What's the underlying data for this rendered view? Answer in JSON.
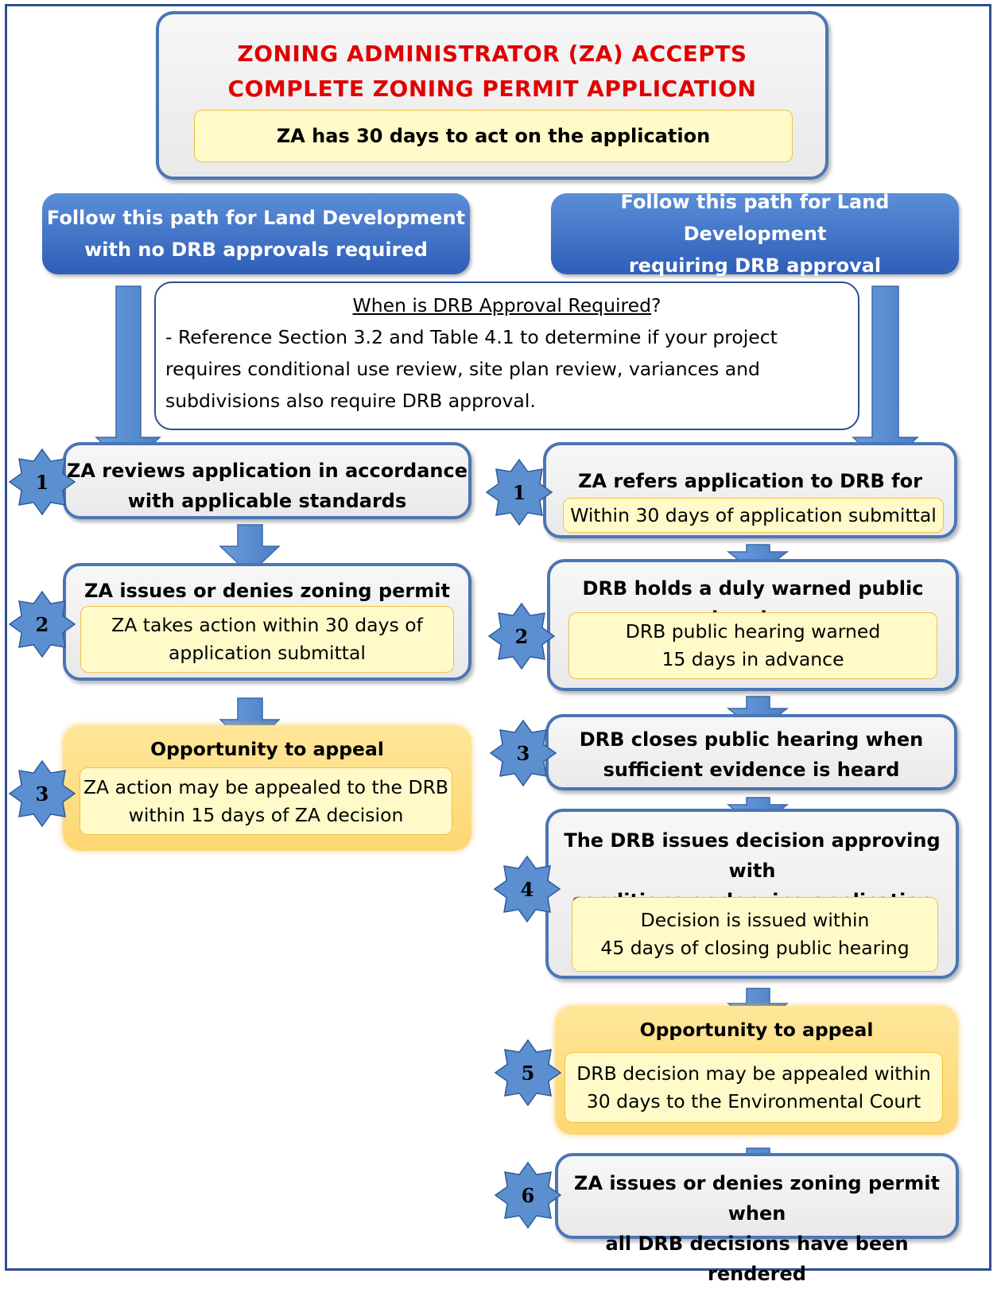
{
  "header": {
    "title_line1": "ZONING ADMINISTRATOR (ZA) ACCEPTS",
    "title_line2": "COMPLETE ZONING PERMIT APPLICATION",
    "note": "ZA has 30 days to act on the application"
  },
  "left_path": {
    "line1": "Follow this path for Land Development",
    "line2": "with no DRB approvals required"
  },
  "right_path": {
    "line1": "Follow this path for Land Development",
    "line2": "requiring DRB approval"
  },
  "info": {
    "title": "When is DRB Approval Required",
    "title_suffix": "?",
    "line1": "- Reference Section 3.2 and Table 4.1 to determine if your project",
    "line2": "requires conditional use review, site plan review, variances and",
    "line3": "subdivisions also require DRB approval."
  },
  "left_steps": [
    {
      "number": "1",
      "line1": "ZA reviews application in accordance",
      "line2": "with applicable standards"
    },
    {
      "number": "2",
      "title": "ZA issues or denies zoning permit",
      "note1": "ZA takes action within 30 days of",
      "note2": "application submittal"
    },
    {
      "number": "3",
      "title": "Opportunity to appeal",
      "note1": "ZA action may be appealed to the DRB",
      "note2": "within 15 days of ZA decision"
    }
  ],
  "right_steps": [
    {
      "number": "1",
      "title": "ZA refers application to DRB for review",
      "note1": "Within 30 days of application submittal"
    },
    {
      "number": "2",
      "title": "DRB holds a duly warned public hearing",
      "note1": "DRB public hearing warned",
      "note2": "15 days in advance"
    },
    {
      "number": "3",
      "line1": "DRB closes public hearing when",
      "line2": "sufficient evidence is heard"
    },
    {
      "number": "4",
      "line1": "The DRB issues decision approving with",
      "line2": "conditions or denying application",
      "note1": "Decision is issued within",
      "note2": "45 days of closing public hearing"
    },
    {
      "number": "5",
      "title": "Opportunity to appeal",
      "note1": "DRB decision may be appealed within",
      "note2": "30 days to the Environmental Court"
    },
    {
      "number": "6",
      "line1": "ZA issues or denies zoning permit when",
      "line2": "all DRB decisions have been rendered"
    }
  ],
  "colors": {
    "title_red": "#e10000",
    "box_border": "#4a76b4",
    "path_blue": "#2e5eb8",
    "note_yellow": "#fffac8",
    "appeal_orange": "#fed772",
    "star_blue": "#5b8fd0"
  }
}
